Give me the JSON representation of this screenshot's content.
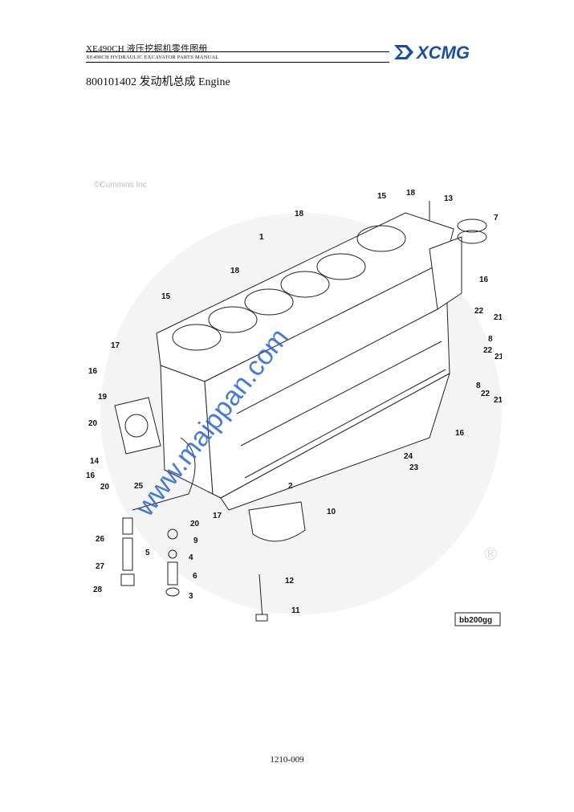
{
  "header": {
    "title_cn": "XE490CH  液压挖掘机零件图册",
    "title_en": "XE490CH HYDRAULIC EXCAVATOR PARTS MANUAL",
    "logo_text": "XCMG"
  },
  "section_title": "800101402 发动机总成 Engine",
  "diagram": {
    "copyright": "©Cummins Inc",
    "reference_code": "bb200gg",
    "watermark": "www.maippan.com",
    "registered_mark": "®",
    "callouts": [
      "1",
      "2",
      "3",
      "4",
      "5",
      "6",
      "7",
      "8",
      "8",
      "9",
      "10",
      "11",
      "12",
      "13",
      "14",
      "15",
      "15",
      "16",
      "16",
      "16",
      "16",
      "17",
      "17",
      "18",
      "18",
      "18",
      "19",
      "20",
      "20",
      "20",
      "21",
      "21",
      "21",
      "22",
      "22",
      "22",
      "23",
      "24",
      "25",
      "26",
      "27",
      "28"
    ]
  },
  "footer": {
    "page_number": "1210-009"
  },
  "colors": {
    "watermark": "#2a66c8",
    "logo": "#1a4fa0",
    "line_art": "#222222"
  }
}
